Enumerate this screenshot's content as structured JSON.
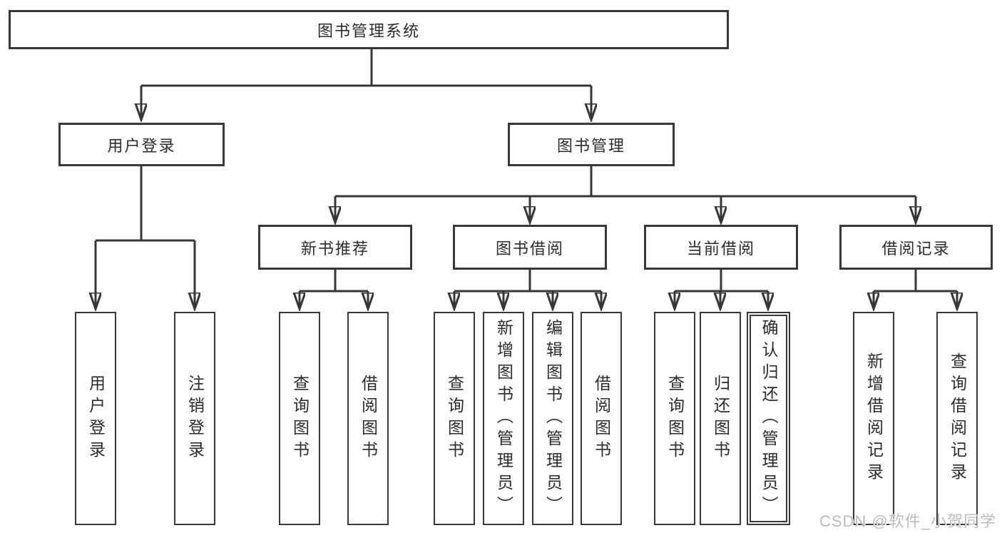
{
  "diagram": {
    "type": "hierarchy",
    "title": "图书管理系统"
  },
  "nodes": {
    "root": "图书管理系统",
    "user_login": "用户登录",
    "book_mgmt": "图书管理",
    "new_book_rec": "新书推荐",
    "book_borrow": "图书借阅",
    "current_borrow": "当前借阅",
    "borrow_records": "借阅记录",
    "ul_login": "用户登录",
    "ul_logout": "注销登录",
    "nb_query": "查询图书",
    "nb_borrow": "借阅图书",
    "bb_query": "查询图书",
    "bb_add": "新增图书（管理员）",
    "bb_edit": "编辑图书（管理员）",
    "bb_borrow": "借阅图书",
    "cb_query": "查询图书",
    "cb_return": "归还图书",
    "cb_confirm": "确认归还（管理员）",
    "br_add": "新增借阅记录",
    "br_query": "查询借阅记录"
  },
  "hierarchy": {
    "图书管理系统": {
      "用户登录": [
        "用户登录",
        "注销登录"
      ],
      "图书管理": {
        "新书推荐": [
          "查询图书",
          "借阅图书"
        ],
        "图书借阅": [
          "查询图书",
          "新增图书（管理员）",
          "编辑图书（管理员）",
          "借阅图书"
        ],
        "当前借阅": [
          "查询图书",
          "归还图书",
          "确认归还（管理员）"
        ],
        "借阅记录": [
          "新增借阅记录",
          "查询借阅记录"
        ]
      }
    }
  },
  "watermark": {
    "text": "CSDN @软件_小贺同学"
  },
  "colors": {
    "background": "#ffffff",
    "line": "#363636",
    "box_border": "#383838",
    "text": "#2b2b2b",
    "watermark": "#bcbcbc"
  }
}
